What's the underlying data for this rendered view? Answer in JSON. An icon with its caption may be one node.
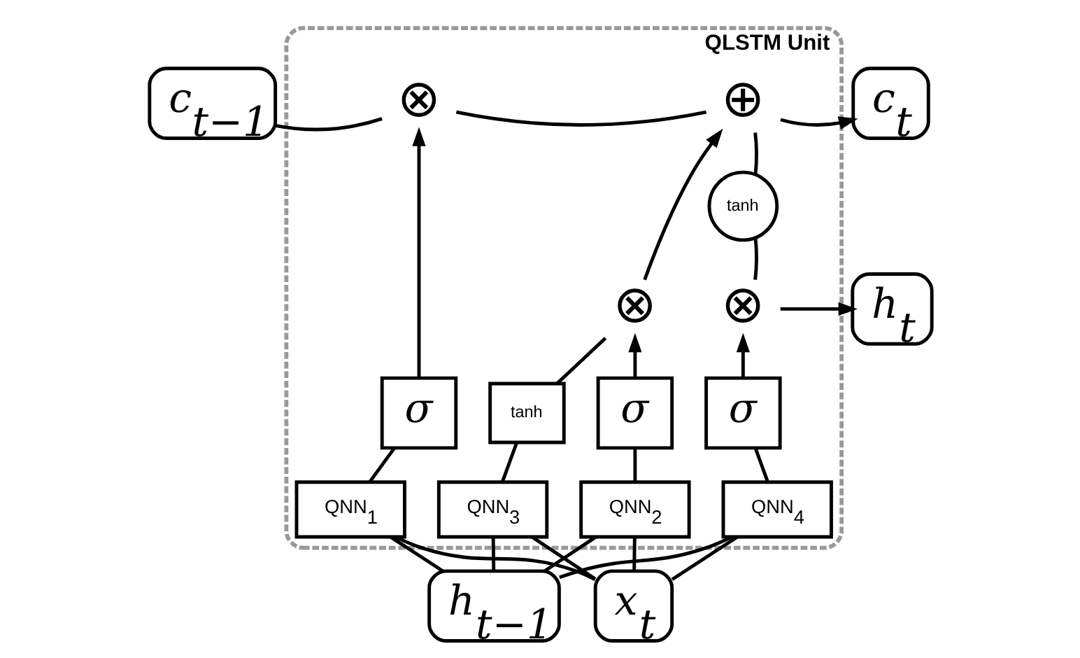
{
  "diagram": {
    "nodes": [
      {
        "text": [
          "QLSTM Unit"
        ]
      },
      {
        "text": [
          "c$_{t−1}$"
        ]
      },
      {
        "text": [
          "⊗"
        ],
        "in": 0
      },
      {
        "text": [
          "⊕"
        ],
        "in": 0
      },
      {
        "text": [
          "tanh"
        ],
        "in": 0
      },
      {
        "text": [
          "⊗"
        ],
        "in": 0
      },
      {
        "text": [
          "⊗"
        ],
        "in": 0
      },
      {
        "text": [
          "σ"
        ],
        "in": 0
      },
      {
        "text": [
          "σ"
        ],
        "in": 0
      },
      {
        "text": [
          "tanh"
        ],
        "in": 0
      },
      {
        "text": [
          "σ"
        ],
        "in": 0
      },
      {
        "text": [
          "QNN$_{1}$"
        ],
        "in": 0
      },
      {
        "text": [
          "QNN$_{2}$"
        ],
        "in": 0
      },
      {
        "text": [
          "QNN$_{3}$"
        ],
        "in": 0
      },
      {
        "text": [
          "QNN$_{4}$"
        ],
        "in": 0
      },
      {
        "text": [
          "c$_{t}$"
        ]
      },
      {
        "text": [
          "h$_{t}$"
        ]
      },
      {
        "text": [
          "h$_{t−1}$"
        ]
      },
      {
        "text": [
          "x$_{t}$"
        ]
      }
    ],
    "edges": [
      {
        "from": 1,
        "to": 2,
        "arrow": "none"
      },
      {
        "from": 2,
        "to": 3,
        "arrow": "none"
      },
      {
        "from": 3,
        "to": 15,
        "arrow": "to"
      },
      {
        "from": 3,
        "to": 4,
        "arrow": "none"
      },
      {
        "from": 4,
        "to": 6,
        "arrow": "none"
      },
      {
        "from": 6,
        "to": 16,
        "arrow": "to"
      },
      {
        "from": 7,
        "to": 2,
        "arrow": "to"
      },
      {
        "from": 8,
        "to": 5,
        "arrow": "to"
      },
      {
        "from": 9,
        "to": 5,
        "arrow": "none"
      },
      {
        "from": 5,
        "to": 3,
        "arrow": "to"
      },
      {
        "from": 10,
        "to": 6,
        "arrow": "to"
      },
      {
        "from": 11,
        "to": 7,
        "arrow": "none"
      },
      {
        "from": 12,
        "to": 8,
        "arrow": "none"
      },
      {
        "from": 13,
        "to": 9,
        "arrow": "none"
      },
      {
        "from": 14,
        "to": 10,
        "arrow": "none"
      },
      {
        "from": 17,
        "to": 11,
        "arrow": "none"
      },
      {
        "from": 17,
        "to": 12,
        "arrow": "none"
      },
      {
        "from": 17,
        "to": 13,
        "arrow": "none"
      },
      {
        "from": 17,
        "to": 14,
        "arrow": "none"
      },
      {
        "from": 18,
        "to": 11,
        "arrow": "none"
      },
      {
        "from": 18,
        "to": 12,
        "arrow": "none"
      },
      {
        "from": 18,
        "to": 13,
        "arrow": "none"
      },
      {
        "from": 18,
        "to": 14,
        "arrow": "none"
      }
    ]
  }
}
